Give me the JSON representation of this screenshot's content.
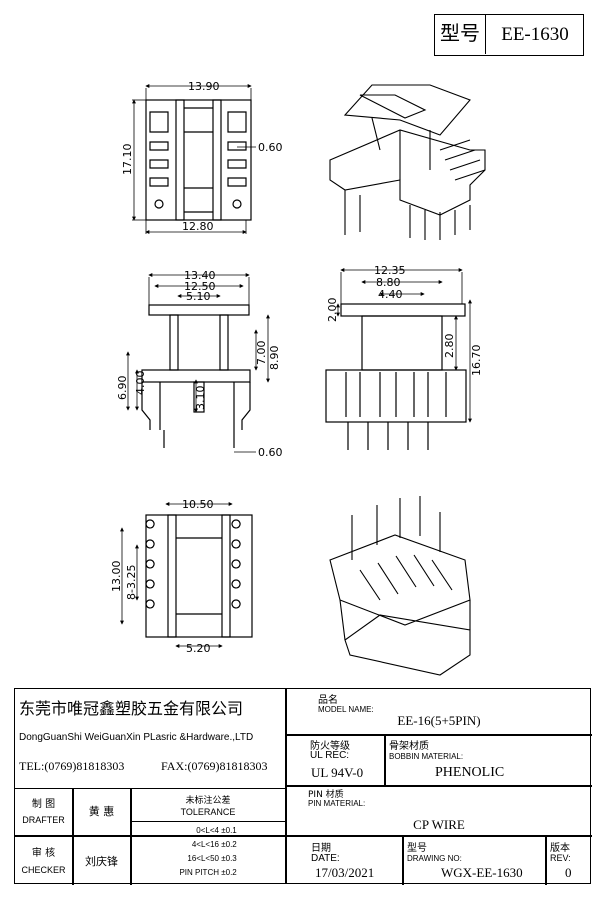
{
  "header": {
    "model_label": "型号",
    "model_value": "EE-1630"
  },
  "dimensions": {
    "top_width": "13.90",
    "top_height": "17.10",
    "top_gap": "0.60",
    "top_bottom": "12.80",
    "front_w1": "13.40",
    "front_w2": "12.50",
    "front_w3": "5.10",
    "front_h1": "8.90",
    "front_h2": "7.00",
    "front_h3": "6.90",
    "front_h4": "4.00",
    "front_h5": "3.10",
    "front_pin": "0.60",
    "side_w1": "12.35",
    "side_w2": "8.80",
    "side_w3": "4.40",
    "side_h1": "2.00",
    "side_h2": "2.80",
    "side_h3": "16.70",
    "bottom_w": "10.50",
    "bottom_h1": "13.00",
    "bottom_h2": "8-3.25",
    "bottom_w2": "5.20"
  },
  "title_block": {
    "company_cn": "东莞市唯冠鑫塑胶五金有限公司",
    "company_en": "DongGuanShi WeiGuanXin PLasric &Hardware.,LTD",
    "tel": "TEL:(0769)81818303",
    "fax": "FAX:(0769)81818303",
    "model_cn": "品名",
    "model_en": "MODEL NAME:",
    "model_value": "EE-16(5+5PIN)",
    "ul_cn": "防火等级",
    "ul_en": "UL REC:",
    "ul_value": "UL 94V-0",
    "bobbin_cn": "骨架材质",
    "bobbin_en": "BOBBIN MATERIAL:",
    "bobbin_value": "PHENOLIC",
    "drafter_cn": "制  图",
    "drafter_en": "DRAFTER",
    "drafter_name": "黄  惠",
    "tolerance_cn": "未标注公差",
    "tolerance_en": "TOLERANCE",
    "tolerance_rows": [
      "0<L<4",
      "4<L<16",
      "16<L<50",
      "PIN PITCH"
    ],
    "tolerance_values": [
      "±0.1",
      "±0.2",
      "±0.3",
      "±0.2"
    ],
    "pin_cn": "PIN 材质",
    "pin_en": "PIN MATERIAL:",
    "pin_value": "CP WIRE",
    "checker_cn": "审  核",
    "checker_en": "CHECKER",
    "checker_name": "刘庆锋",
    "date_cn": "日期",
    "date_en": "DATE:",
    "date_value": "17/03/2021",
    "drawing_cn": "型号",
    "drawing_en": "DRAWING NO:",
    "drawing_value": "WGX-EE-1630",
    "rev_cn": "版本",
    "rev_en": "REV:",
    "rev_value": "0"
  }
}
